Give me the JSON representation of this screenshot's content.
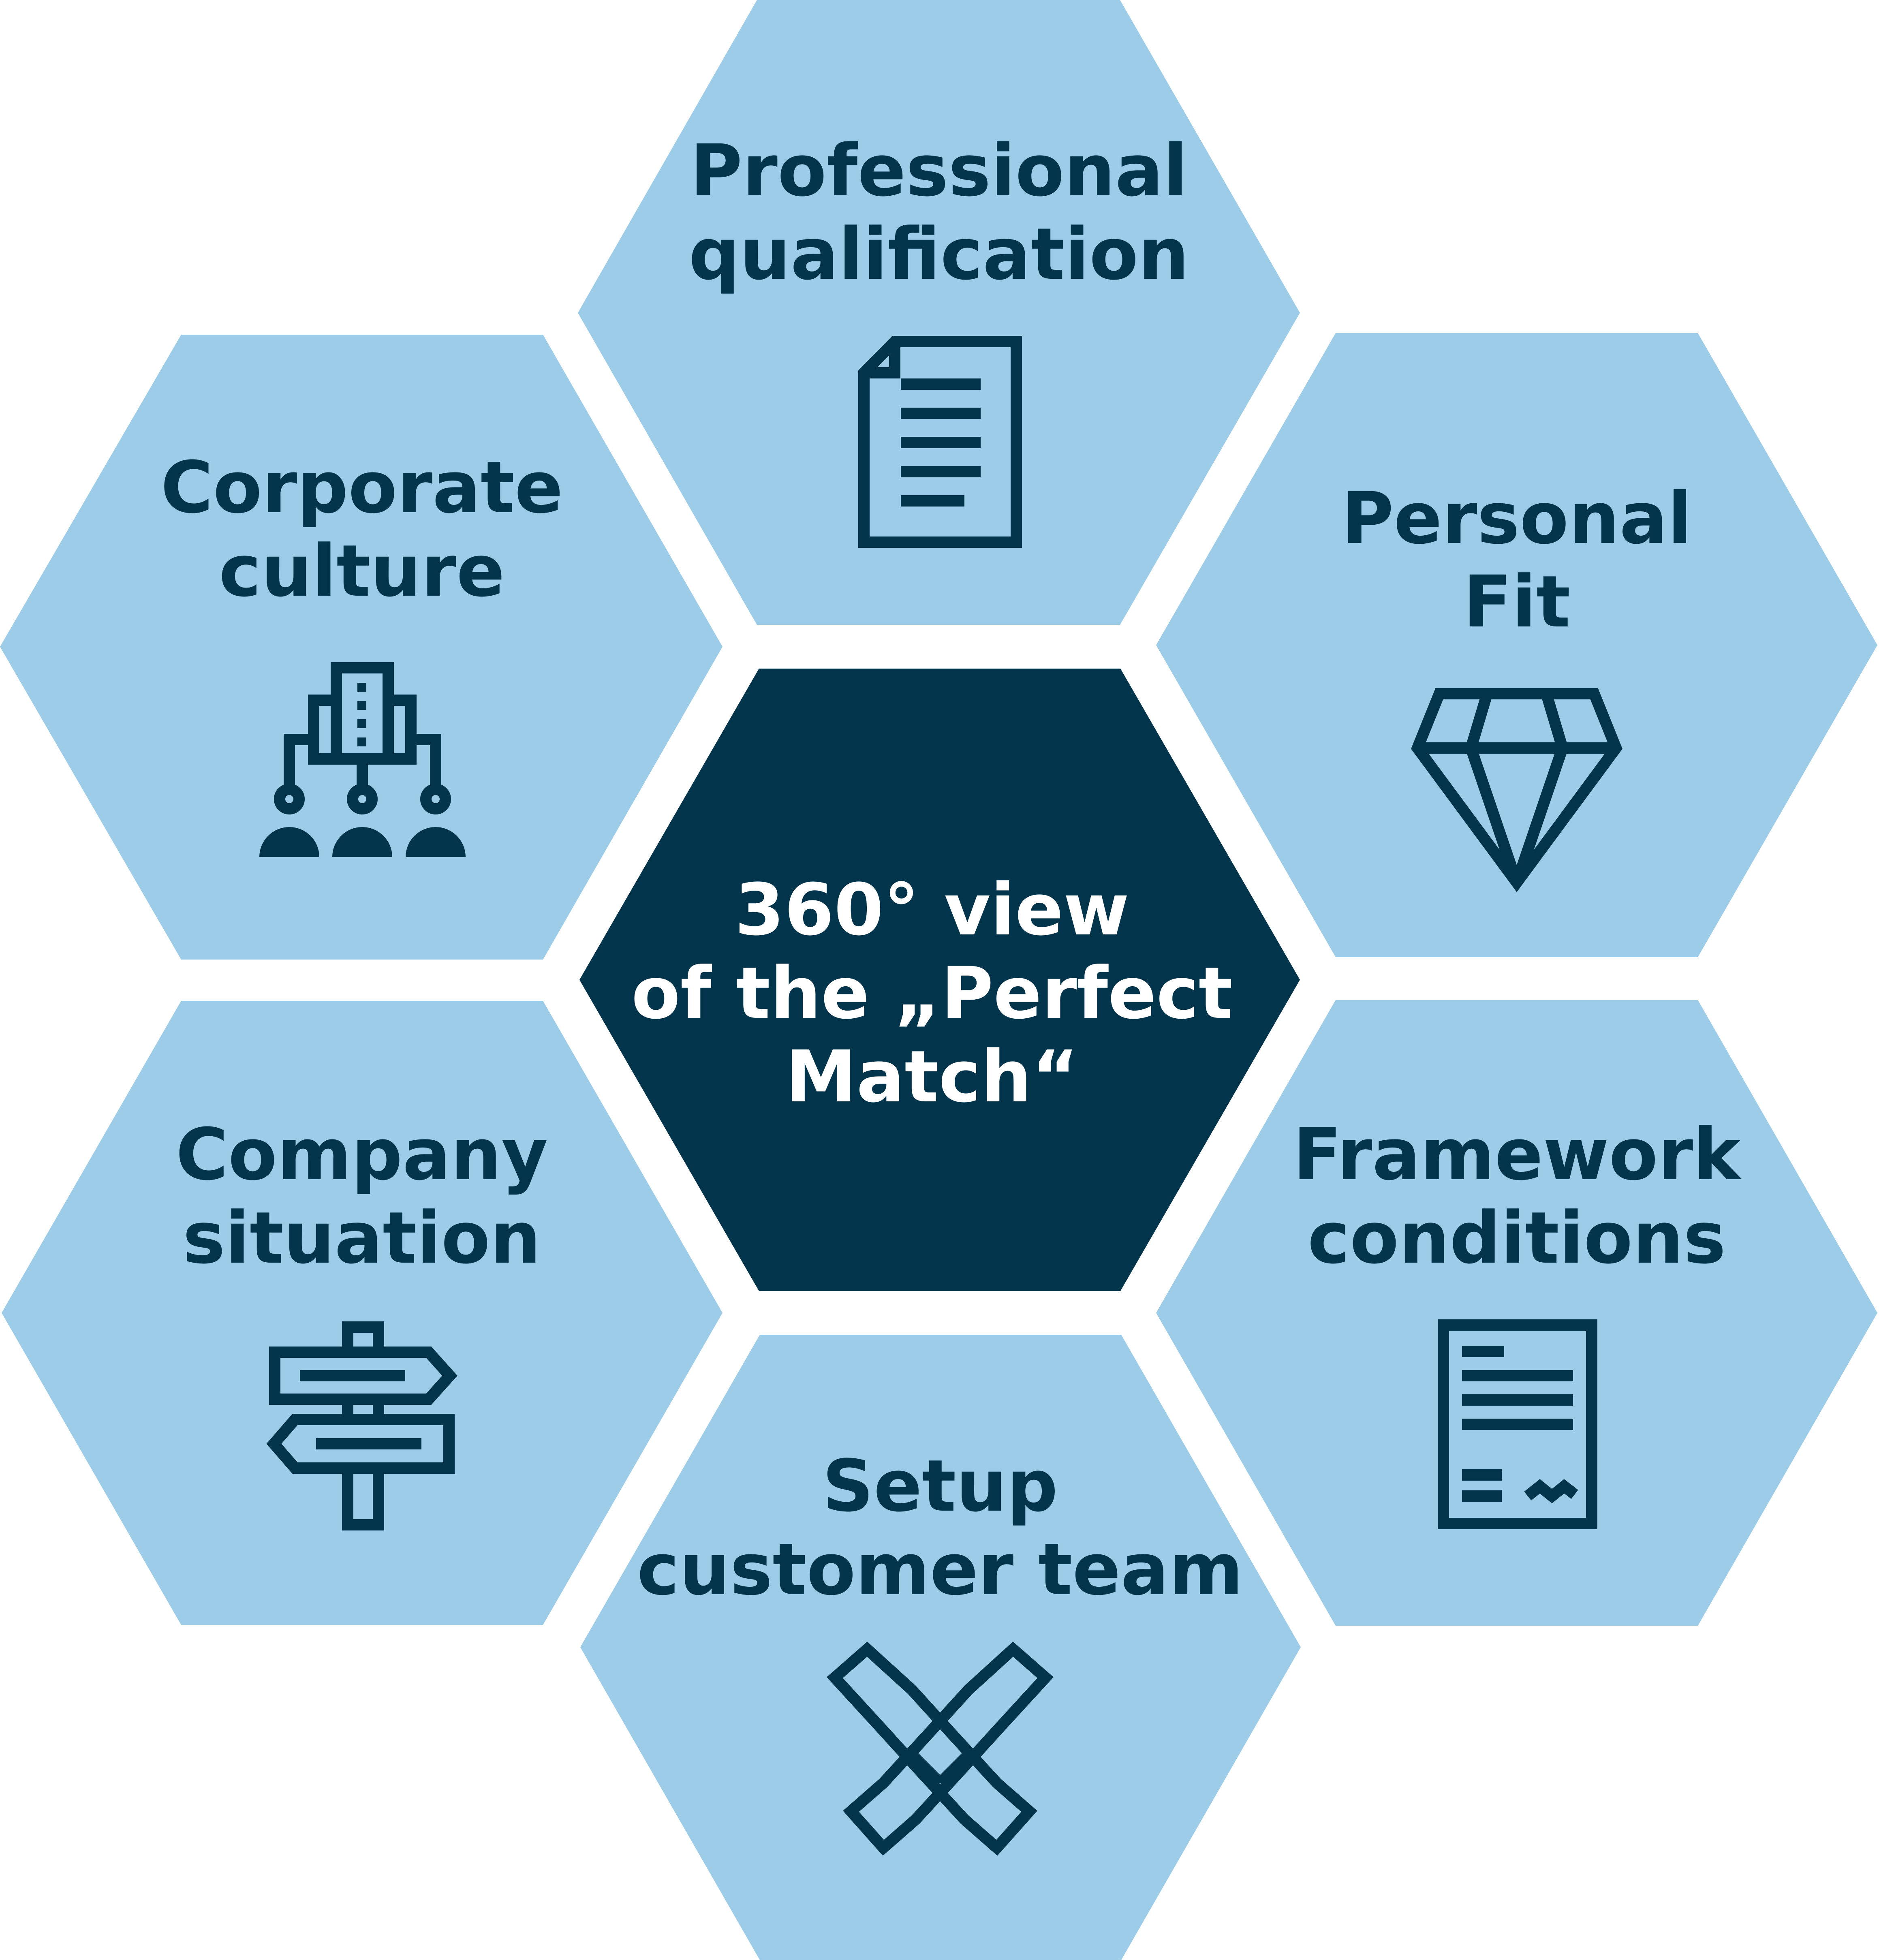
{
  "diagram": {
    "center": {
      "lines": [
        "360° view",
        "of the „Perfect",
        "Match“"
      ]
    },
    "cells": [
      {
        "id": "professional",
        "lines": [
          "Professional",
          "qualification"
        ],
        "icon": "document-icon"
      },
      {
        "id": "personal",
        "lines": [
          "Personal",
          "Fit"
        ],
        "icon": "diamond-icon"
      },
      {
        "id": "framework",
        "lines": [
          "Framework",
          "conditions"
        ],
        "icon": "contract-icon"
      },
      {
        "id": "setup",
        "lines": [
          "Setup",
          "customer team"
        ],
        "icon": "handshake-icon"
      },
      {
        "id": "company",
        "lines": [
          "Company",
          "situation"
        ],
        "icon": "signpost-icon"
      },
      {
        "id": "corporate",
        "lines": [
          "Corporate",
          "culture"
        ],
        "icon": "organization-icon"
      }
    ],
    "colors": {
      "cell": "#9dcce8",
      "center": "#02344b",
      "text_dark": "#02344b",
      "text_light": "#ffffff"
    }
  }
}
